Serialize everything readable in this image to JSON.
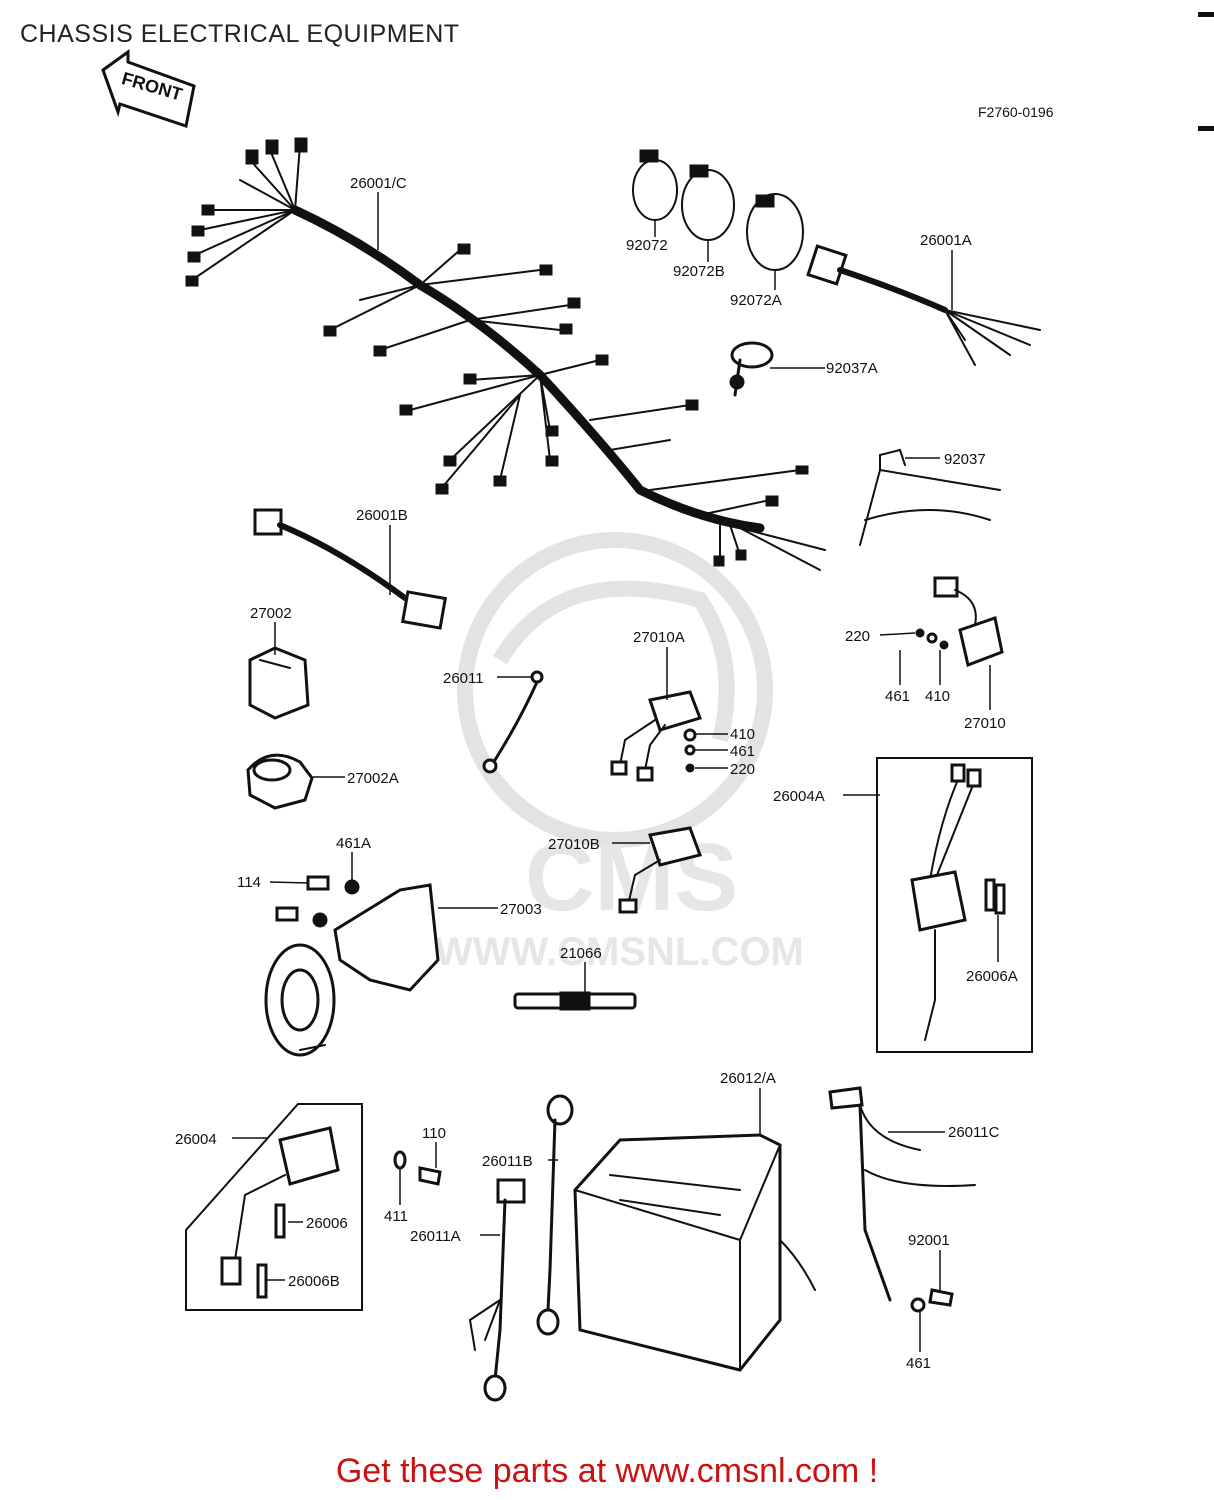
{
  "header": {
    "title": "CHASSIS ELECTRICAL EQUIPMENT",
    "drawing_number": "F2760-0196",
    "front_arrow_label": "FRONT"
  },
  "watermark": {
    "brand": "CMS",
    "url": "WWW.CMSNL.COM"
  },
  "footer": {
    "text": "Get these parts at www.cmsnl.com !",
    "color": "#cc1111"
  },
  "callouts": [
    {
      "id": "26001-c",
      "text": "26001/C"
    },
    {
      "id": "92072",
      "text": "92072"
    },
    {
      "id": "92072b",
      "text": "92072B"
    },
    {
      "id": "92072a",
      "text": "92072A"
    },
    {
      "id": "26001a",
      "text": "26001A"
    },
    {
      "id": "92037a",
      "text": "92037A"
    },
    {
      "id": "92037",
      "text": "92037"
    },
    {
      "id": "26001b",
      "text": "26001B"
    },
    {
      "id": "27002",
      "text": "27002"
    },
    {
      "id": "26011",
      "text": "26011"
    },
    {
      "id": "27010a",
      "text": "27010A"
    },
    {
      "id": "410-a",
      "text": "410"
    },
    {
      "id": "461-a",
      "text": "461"
    },
    {
      "id": "220-a",
      "text": "220"
    },
    {
      "id": "220-b",
      "text": "220"
    },
    {
      "id": "461-b",
      "text": "461"
    },
    {
      "id": "410-b",
      "text": "410"
    },
    {
      "id": "27010",
      "text": "27010"
    },
    {
      "id": "27002a",
      "text": "27002A"
    },
    {
      "id": "26004a",
      "text": "26004A"
    },
    {
      "id": "461a",
      "text": "461A"
    },
    {
      "id": "114",
      "text": "114"
    },
    {
      "id": "27010b",
      "text": "27010B"
    },
    {
      "id": "27003",
      "text": "27003"
    },
    {
      "id": "21066",
      "text": "21066"
    },
    {
      "id": "26006a",
      "text": "26006A"
    },
    {
      "id": "26012-a",
      "text": "26012/A"
    },
    {
      "id": "26004",
      "text": "26004"
    },
    {
      "id": "110",
      "text": "110"
    },
    {
      "id": "26011b",
      "text": "26011B"
    },
    {
      "id": "26011c",
      "text": "26011C"
    },
    {
      "id": "26006",
      "text": "26006"
    },
    {
      "id": "411",
      "text": "411"
    },
    {
      "id": "26011a",
      "text": "26011A"
    },
    {
      "id": "26006b",
      "text": "26006B"
    },
    {
      "id": "92001",
      "text": "92001"
    },
    {
      "id": "461-c",
      "text": "461"
    }
  ]
}
